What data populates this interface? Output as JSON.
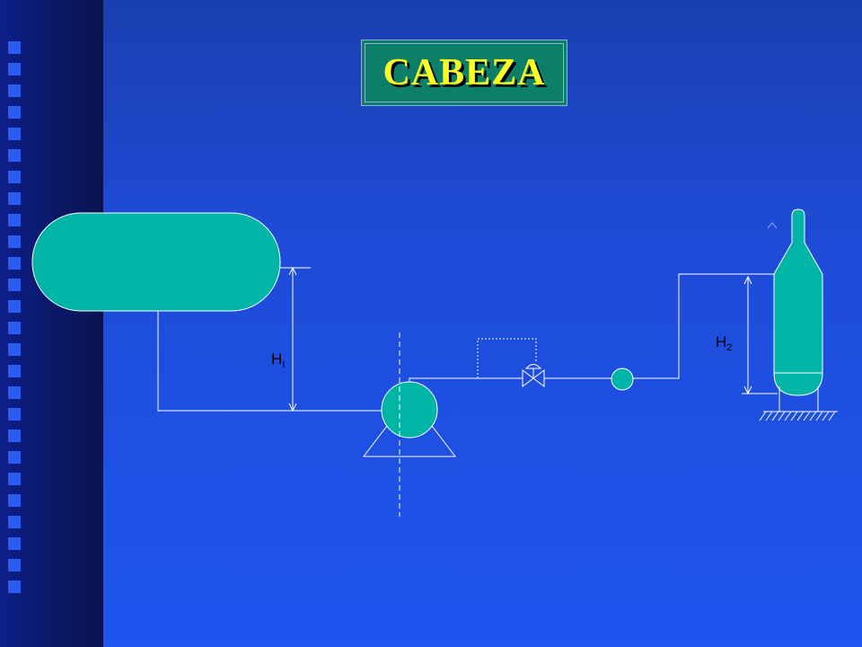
{
  "slide": {
    "title": "CABEZA"
  },
  "diagram": {
    "labels": {
      "h1_main": "H",
      "h1_sub": "I",
      "h2_main": "H",
      "h2_sub": "2"
    },
    "colors": {
      "equipment_fill": "#00b5a5",
      "lines": "#ffffff",
      "title_text": "#ffff22",
      "title_box": "#0b7f68"
    }
  }
}
